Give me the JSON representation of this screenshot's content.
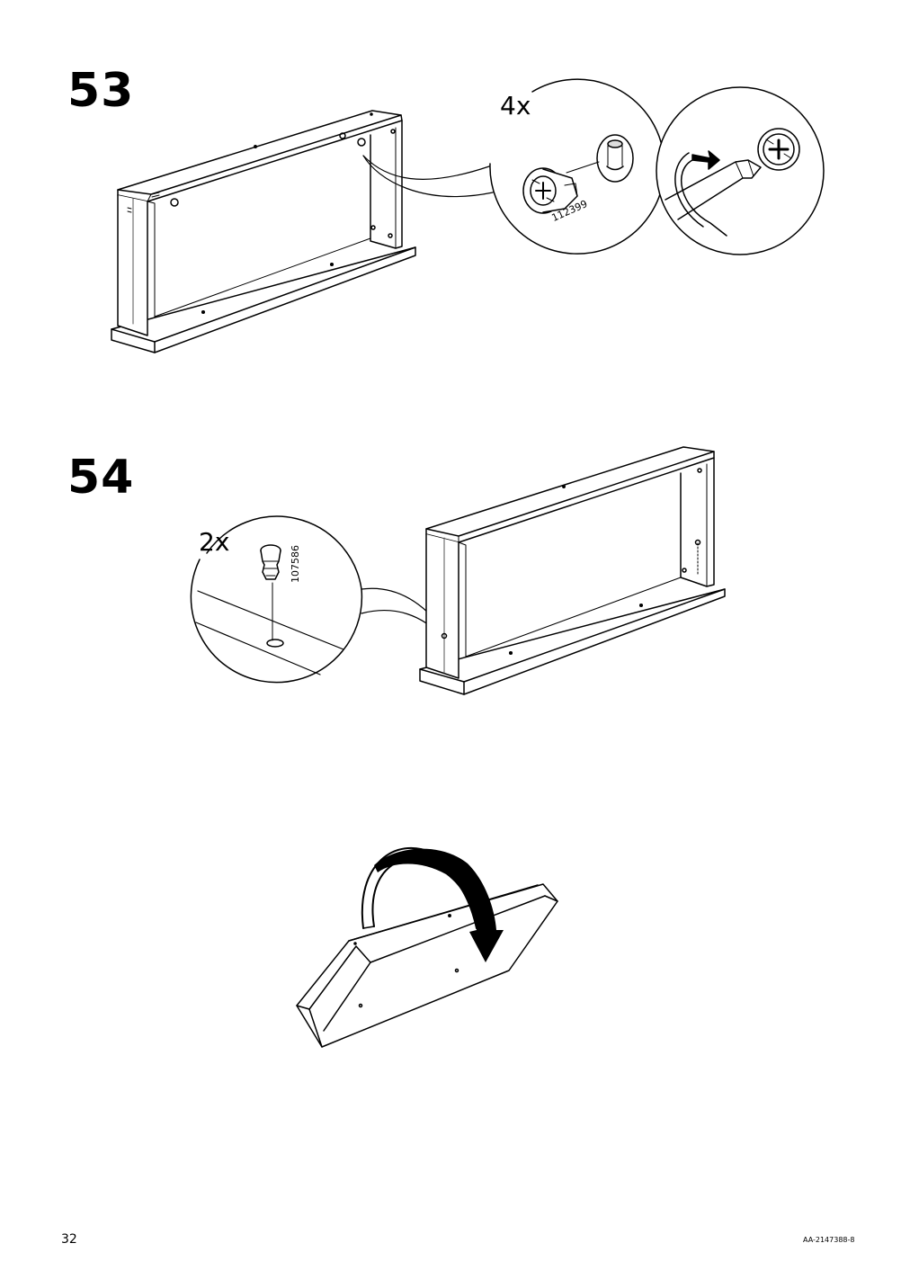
{
  "page": {
    "number": "32",
    "doc_code": "AA-2147388-8"
  },
  "steps": [
    {
      "number": "53",
      "quantity": "4x",
      "part_number": "112399"
    },
    {
      "number": "54",
      "quantity": "2x",
      "part_number": "107586"
    }
  ],
  "icons": {
    "frame_53": "shelf-frame-icon",
    "cam_lock_detail": "cam-lock-icon",
    "screwdriver_detail": "screwdriver-icon",
    "frame_54": "shelf-frame-icon",
    "shelf_pin_detail": "shelf-pin-icon",
    "flip_frame": "flip-arrow-icon"
  }
}
